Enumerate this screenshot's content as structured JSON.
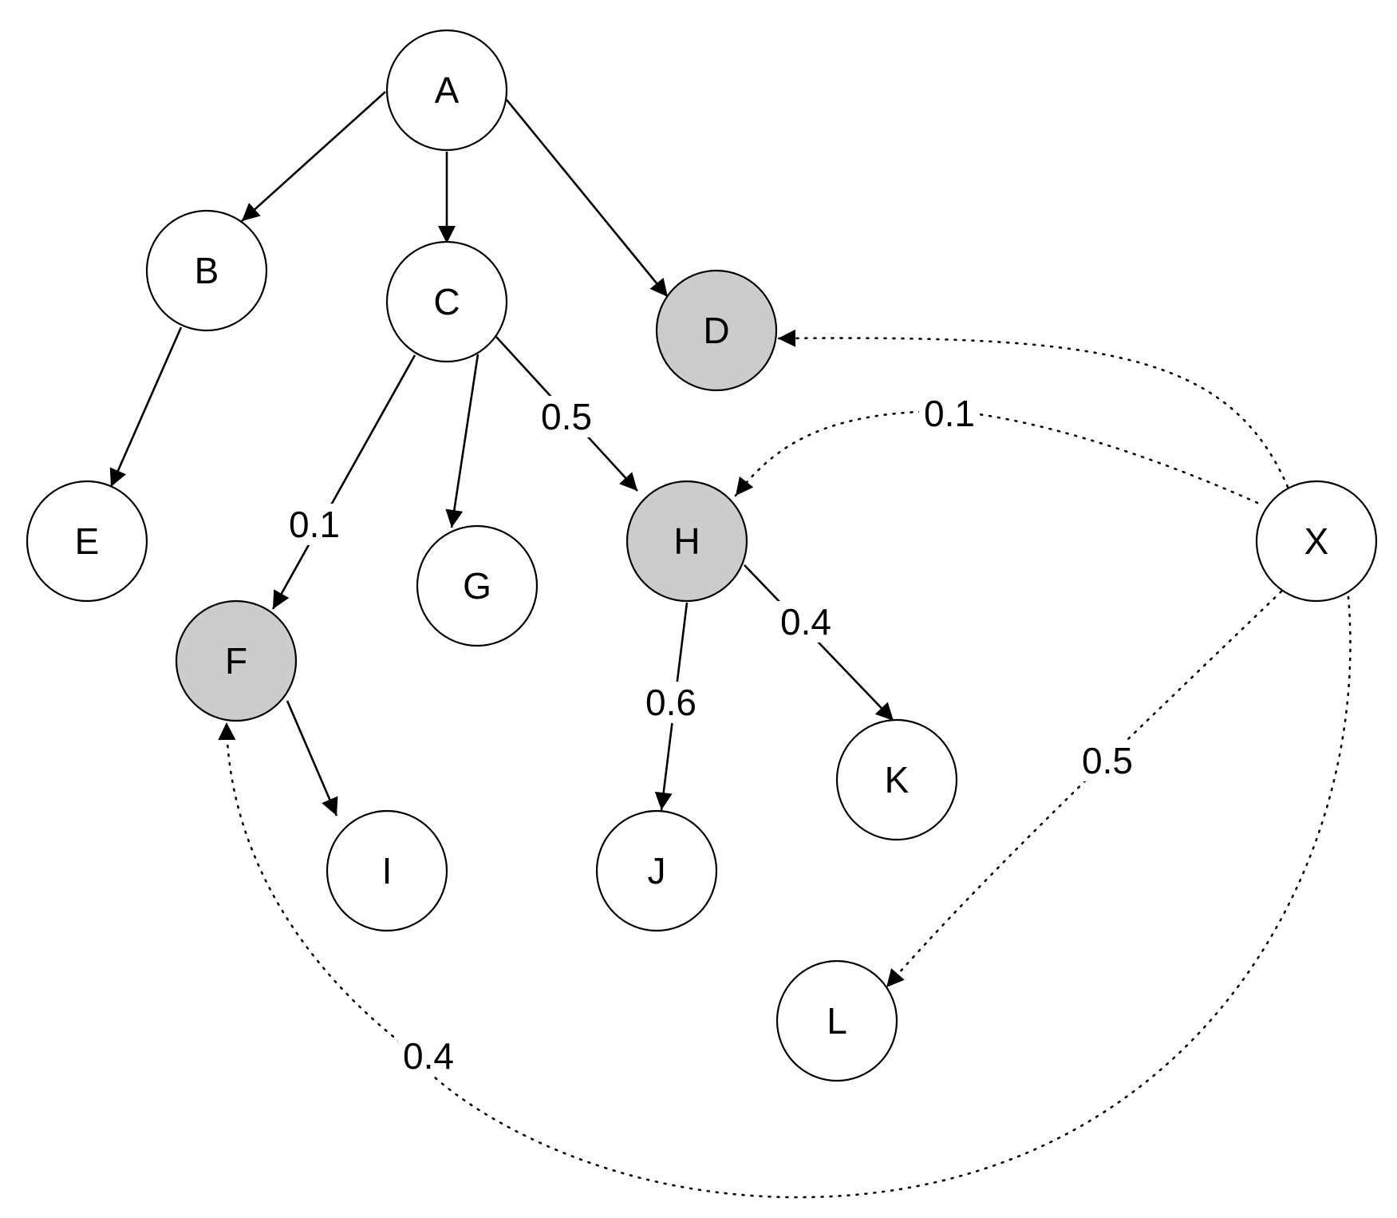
{
  "colors": {
    "node_fill": "#ffffff",
    "observed_fill": "#cccccc",
    "stroke": "#000000"
  },
  "nodes": [
    {
      "id": "A",
      "label": "A",
      "shaded": false
    },
    {
      "id": "B",
      "label": "B",
      "shaded": false
    },
    {
      "id": "C",
      "label": "C",
      "shaded": false
    },
    {
      "id": "D",
      "label": "D",
      "shaded": true
    },
    {
      "id": "E",
      "label": "E",
      "shaded": false
    },
    {
      "id": "F",
      "label": "F",
      "shaded": true
    },
    {
      "id": "G",
      "label": "G",
      "shaded": false
    },
    {
      "id": "H",
      "label": "H",
      "shaded": true
    },
    {
      "id": "I",
      "label": "I",
      "shaded": false
    },
    {
      "id": "J",
      "label": "J",
      "shaded": false
    },
    {
      "id": "K",
      "label": "K",
      "shaded": false
    },
    {
      "id": "L",
      "label": "L",
      "shaded": false
    },
    {
      "id": "X",
      "label": "X",
      "shaded": false
    }
  ],
  "edges": [
    {
      "id": "A-B",
      "from": "A",
      "to": "B",
      "style": "solid",
      "label": ""
    },
    {
      "id": "A-C",
      "from": "A",
      "to": "C",
      "style": "solid",
      "label": ""
    },
    {
      "id": "A-D",
      "from": "A",
      "to": "D",
      "style": "solid",
      "label": ""
    },
    {
      "id": "B-E",
      "from": "B",
      "to": "E",
      "style": "solid",
      "label": ""
    },
    {
      "id": "C-F",
      "from": "C",
      "to": "F",
      "style": "solid",
      "label": "0.1"
    },
    {
      "id": "C-G",
      "from": "C",
      "to": "G",
      "style": "solid",
      "label": ""
    },
    {
      "id": "C-H",
      "from": "C",
      "to": "H",
      "style": "solid",
      "label": "0.5"
    },
    {
      "id": "F-I",
      "from": "F",
      "to": "I",
      "style": "solid",
      "label": ""
    },
    {
      "id": "H-J",
      "from": "H",
      "to": "J",
      "style": "solid",
      "label": "0.6"
    },
    {
      "id": "H-K",
      "from": "H",
      "to": "K",
      "style": "solid",
      "label": "0.4"
    },
    {
      "id": "X-D",
      "from": "X",
      "to": "D",
      "style": "dotted",
      "label": ""
    },
    {
      "id": "X-H",
      "from": "X",
      "to": "H",
      "style": "dotted",
      "label": "0.1"
    },
    {
      "id": "X-L",
      "from": "X",
      "to": "L",
      "style": "dotted",
      "label": "0.5"
    },
    {
      "id": "X-F",
      "from": "X",
      "to": "F",
      "style": "dotted",
      "label": "0.4"
    }
  ]
}
